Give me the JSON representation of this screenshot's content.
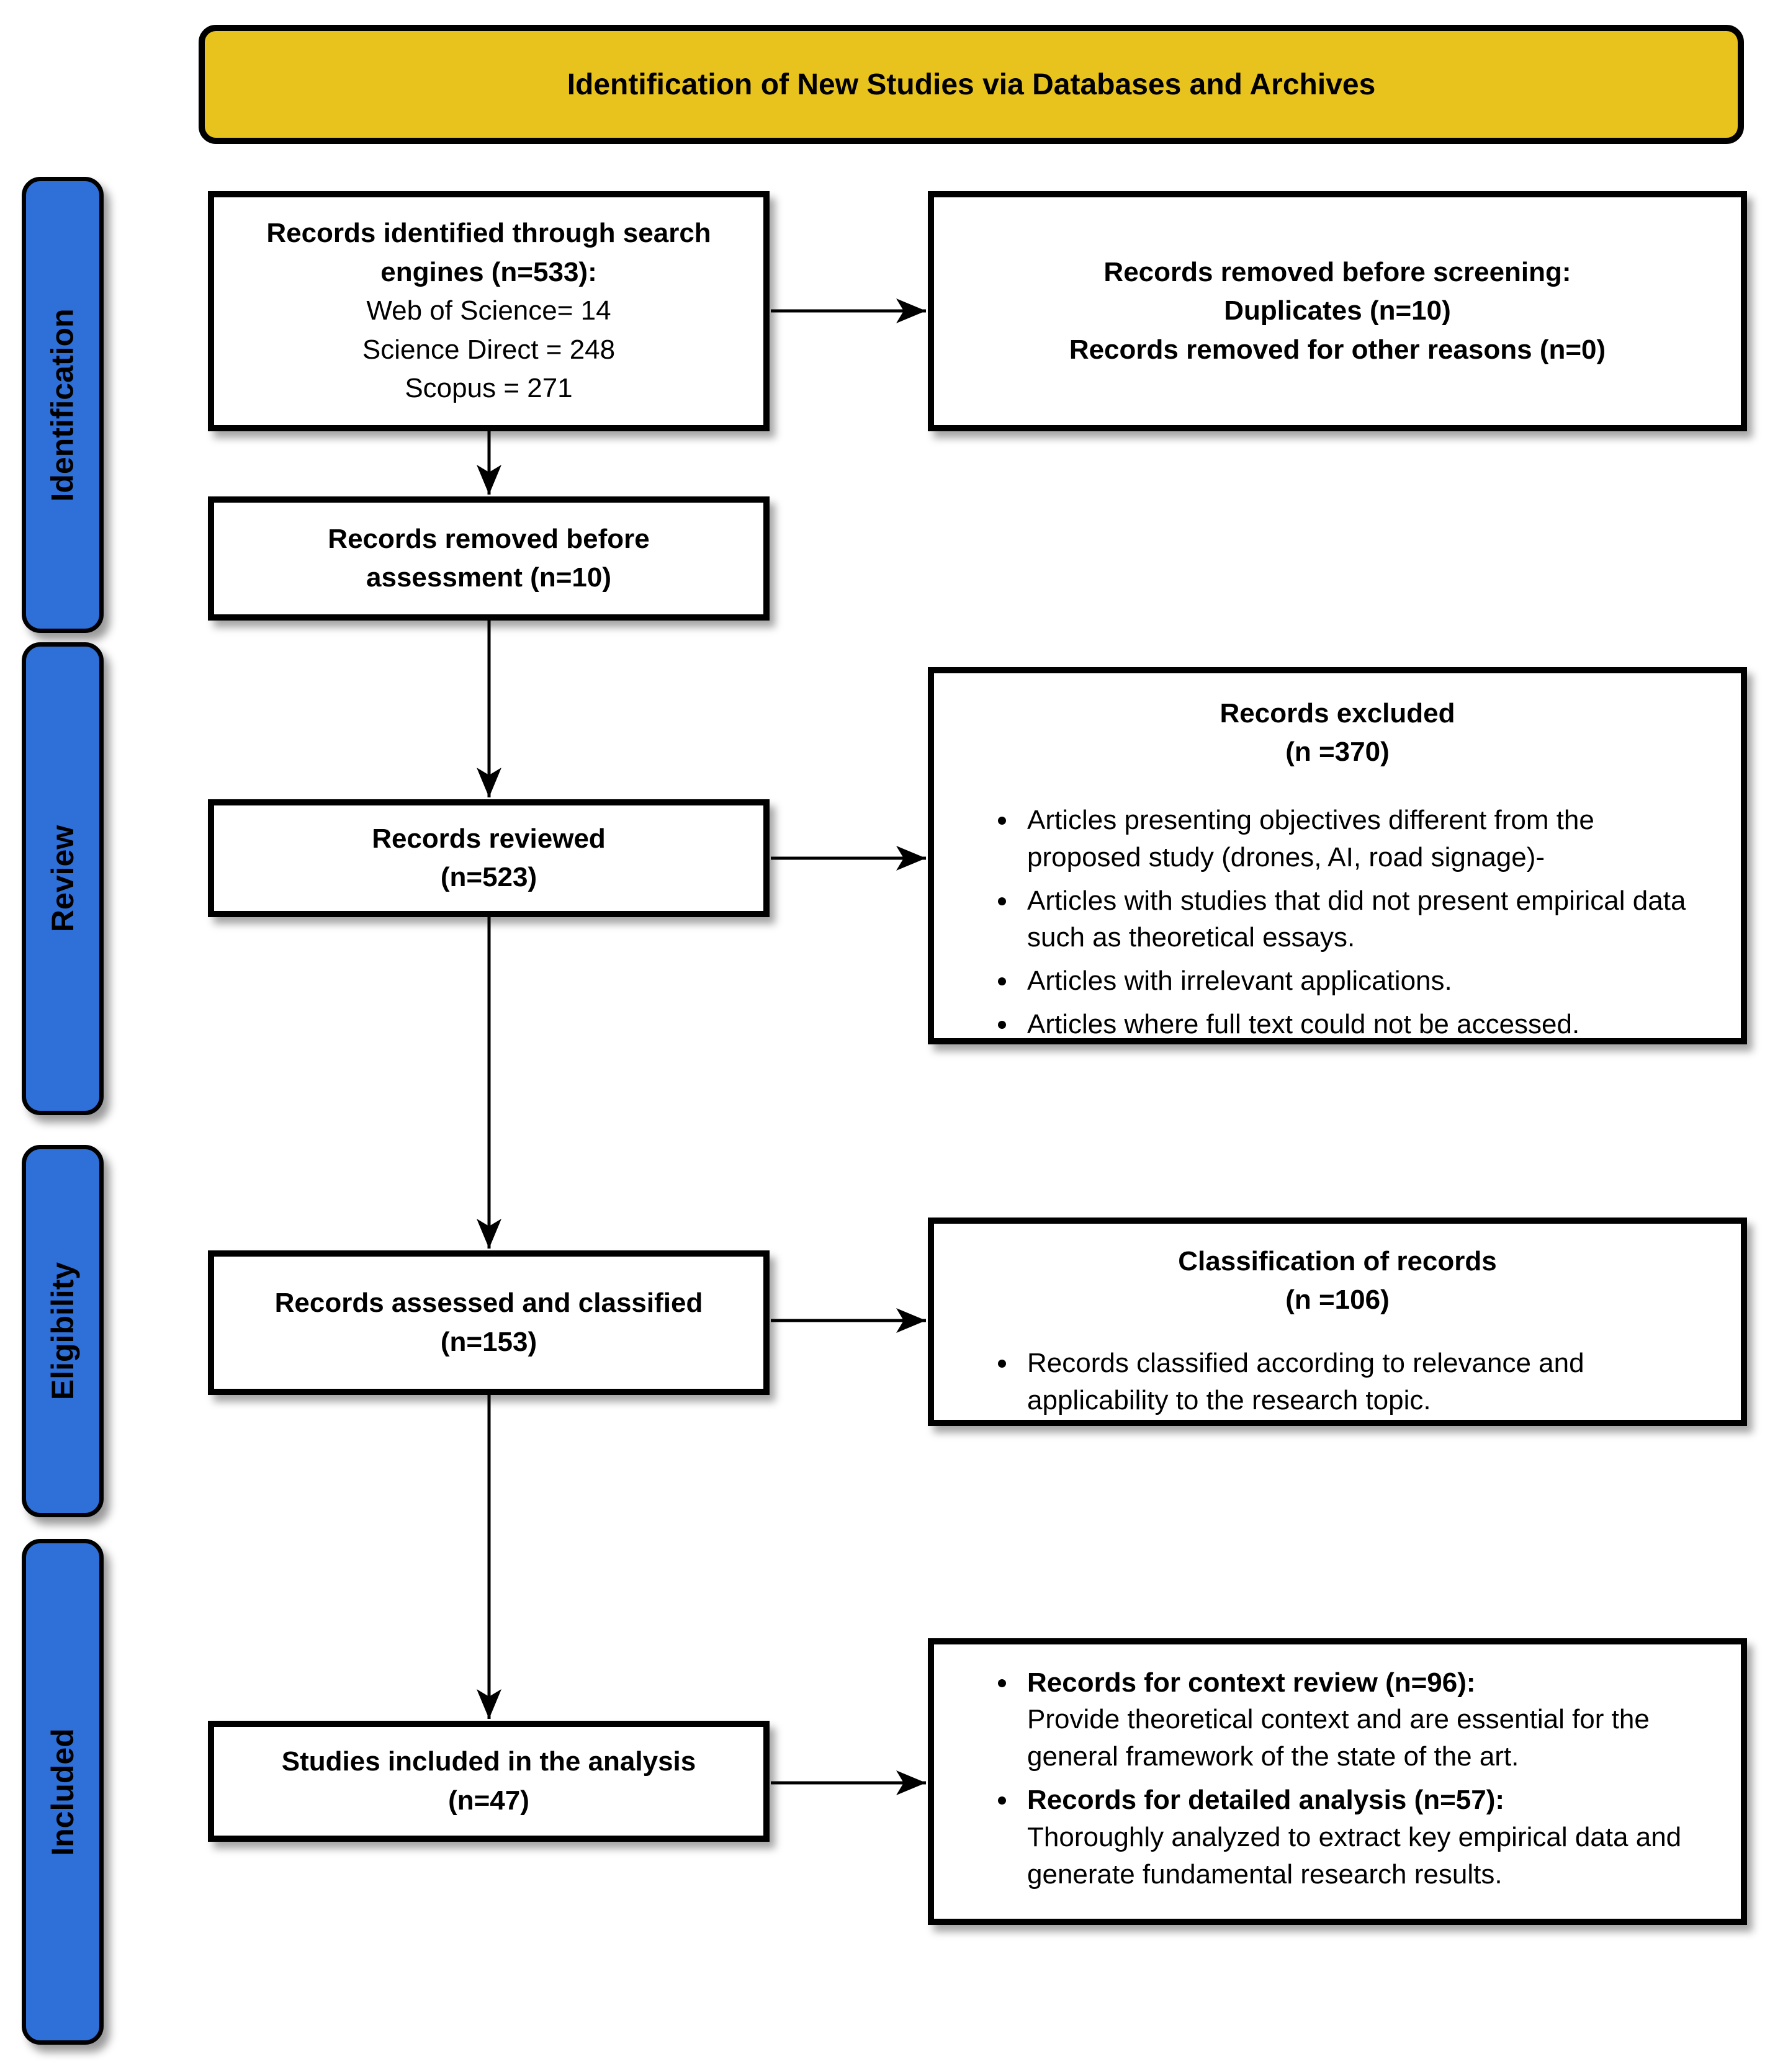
{
  "title_banner": {
    "text": "Identification of New Studies via Databases and Archives"
  },
  "colors": {
    "banner_fill": "#E8C21D",
    "stage_fill": "#2E6FD8",
    "line": "#000000"
  },
  "stages": [
    {
      "label": "Identification"
    },
    {
      "label": "Review"
    },
    {
      "label": "Eligibility"
    },
    {
      "label": "Included"
    }
  ],
  "boxes": {
    "identified": {
      "title_lines": [
        "Records identified through search",
        "engines (n=533):"
      ],
      "detail_lines": [
        "Web of Science= 14",
        "Science Direct = 248",
        "Scopus = 271"
      ]
    },
    "removed_before_screening": {
      "lines": [
        "Records removed before screening:",
        "Duplicates (n=10)",
        "Records removed for other reasons (n=0)"
      ]
    },
    "removed_before_assessment": {
      "lines": [
        "Records removed before",
        "assessment (n=10)"
      ]
    },
    "reviewed": {
      "lines": [
        "Records reviewed",
        "(n=523)"
      ]
    },
    "excluded": {
      "title_lines": [
        "Records excluded",
        "(n =370)"
      ],
      "bullets": [
        "Articles presenting objectives different from the proposed study (drones, AI, road signage)-",
        "Articles with studies that did not present empirical data such as theoretical essays.",
        "Articles with irrelevant applications.",
        "Articles where full text could not be accessed."
      ]
    },
    "assessed": {
      "lines": [
        "Records assessed and classified",
        "(n=153)"
      ]
    },
    "classification": {
      "title_lines": [
        "Classification of records",
        "(n =106)"
      ],
      "bullets": [
        "Records classified according to relevance and applicability to the research topic."
      ]
    },
    "included": {
      "lines": [
        "Studies included in the analysis",
        "(n=47)"
      ]
    },
    "final_split": {
      "bullets": [
        {
          "lead": "Records for context review (n=96):",
          "body": "Provide theoretical context and are essential for the general framework of the state of the art."
        },
        {
          "lead": "Records for detailed analysis (n=57):",
          "body": "Thoroughly analyzed to extract key empirical data and generate fundamental research results."
        }
      ]
    }
  }
}
